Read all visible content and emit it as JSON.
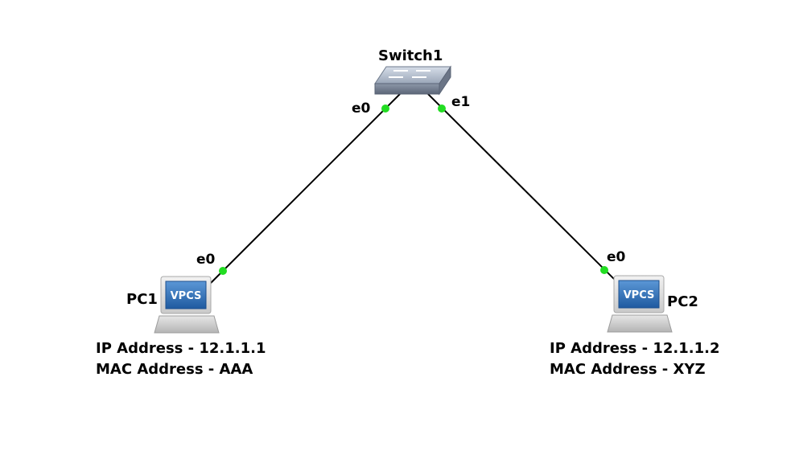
{
  "topology": {
    "switch": {
      "name": "Switch1",
      "ports": [
        "e0",
        "e1"
      ]
    },
    "pc1": {
      "name": "PC1",
      "device_type": "VPCS",
      "port": "e0",
      "ip_line": "IP Address - 12.1.1.1",
      "mac_line": "MAC Address - AAA"
    },
    "pc2": {
      "name": "PC2",
      "device_type": "VPCS",
      "port": "e0",
      "ip_line": "IP Address - 12.1.1.2",
      "mac_line": "MAC Address - XYZ"
    },
    "links": [
      {
        "from": "Switch1 e0",
        "to": "PC1 e0",
        "status": "up"
      },
      {
        "from": "Switch1 e1",
        "to": "PC2 e0",
        "status": "up"
      }
    ],
    "colors": {
      "link": "#000000",
      "port_up": "#22dd22",
      "vpcs_screen": "#2f6fb8"
    }
  }
}
